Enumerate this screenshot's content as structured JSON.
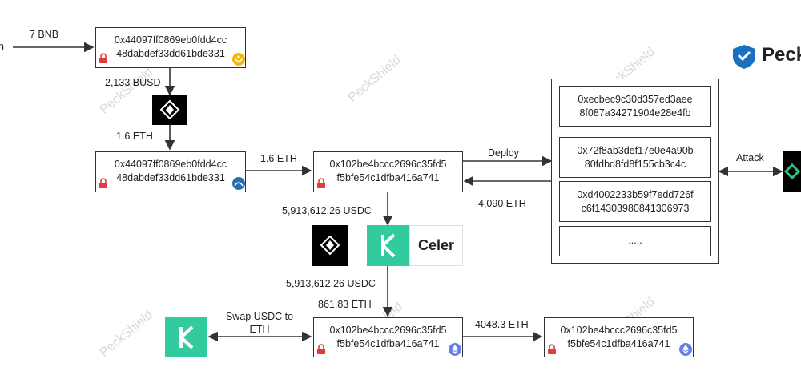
{
  "watermark": "PeckShield",
  "brand": {
    "text": "Peck",
    "color": "#1a6fc1"
  },
  "inflow": {
    "source_text": "n",
    "amount": "7 BNB"
  },
  "nodes": {
    "bsc_exploiter": {
      "line1": "0x44097ff0869eb0fdd4cc",
      "line2": "48dabdef33dd61bde331",
      "chain_icon": "bnb-icon"
    },
    "eth_exploiter": {
      "line1": "0x44097ff0869eb0fdd4cc",
      "line2": "48dabdef33dd61bde331",
      "chain_icon": "bridge-icon"
    },
    "attacker_main": {
      "line1": "0x102be4bccc2696c35fd5",
      "line2": "f5bfe54c1dfba416a741"
    },
    "attacker_swap": {
      "line1": "0x102be4bccc2696c35fd5",
      "line2": "f5bfe54c1dfba416a741",
      "chain_icon": "eth-icon"
    },
    "attacker_final": {
      "line1": "0x102be4bccc2696c35fd5",
      "line2": "f5bfe54c1dfba416a741",
      "chain_icon": "eth-icon"
    }
  },
  "contracts": [
    {
      "line1": "0xecbec9c30d357ed3aee",
      "line2": "8f087a34271904e28e4fb"
    },
    {
      "line1": "0x72f8ab3def17e0e4a90b",
      "line2": "80fdbd8fd8f155cb3c4c"
    },
    {
      "line1": "0xd4002233b59f7edd726f",
      "line2": "c6f14303980841306973"
    },
    {
      "line1": ".....",
      "line2": ""
    }
  ],
  "edges": {
    "busd": "2,133 BUSD",
    "eth_bridge": "1.6 ETH",
    "eth_transfer": "1.6 ETH",
    "deploy": "Deploy",
    "eth_return": "4,090 ETH",
    "usdc_in": "5,913,612.26 USDC",
    "usdc_out": "5,913,612.26 USDC",
    "eth_swap": "861.83 ETH",
    "swap": "Swap USDC to ETH",
    "eth_final": "4048.3 ETH",
    "attack": "Attack"
  },
  "protocols": {
    "celer": "Celer"
  },
  "colors": {
    "kyber": "#31cb9e",
    "lock": "#e23b3b",
    "bnb": "#f0b90b",
    "eth": "#627eea"
  }
}
